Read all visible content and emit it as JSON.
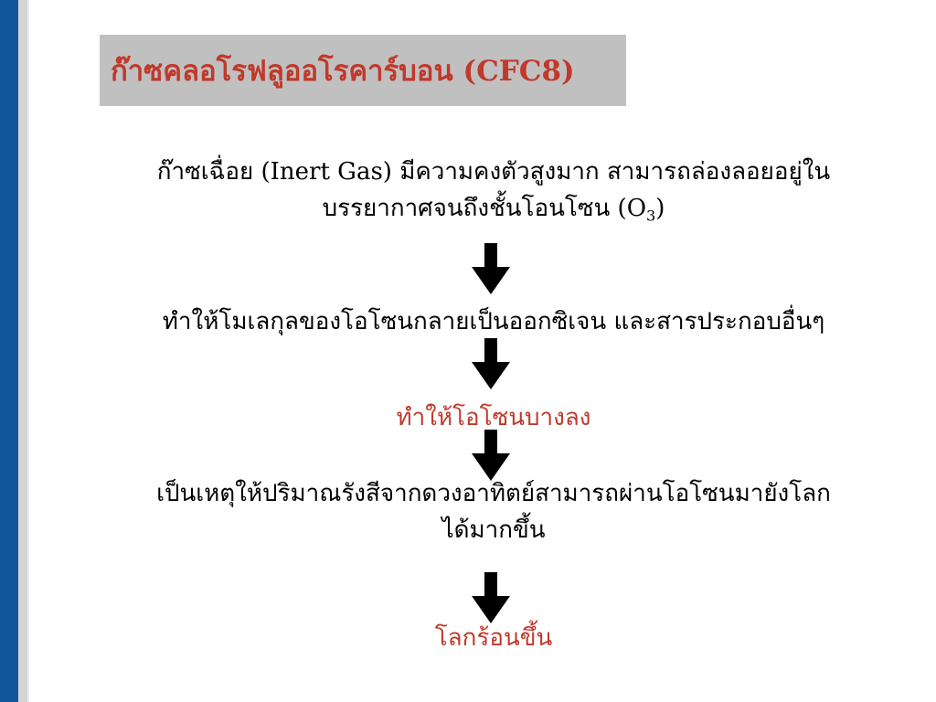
{
  "slide": {
    "title": "ก๊าซคลอโรฟลูออโรคาร์บอน (CFC8)",
    "accent_color": "#c0392b",
    "sidebar_color": "#0f5799"
  },
  "flow": {
    "step1_line1": "ก๊าซเฉื่อย (Inert Gas) มีความคงตัวสูงมาก สามารถล่องลอยอยู่ใน",
    "step1_line2_prefix": "บรรยากาศจนถึงชั้นโอนโซน (O",
    "step1_subscript": "3",
    "step1_line2_suffix": ")",
    "step2": "ทำให้โมเลกุลของโอโซนกลายเป็นออกซิเจน และสารประกอบอื่นๆ",
    "step3": "ทำให้โอโซนบางลง",
    "step4_line1": "เป็นเหตุให้ปริมาณรังสีจากดวงอาทิตย์สามารถผ่านโอโซนมายังโลก",
    "step4_line2": "ได้มากขึ้น",
    "step5": "โลกร้อนขึ้น",
    "arrow_icon": "down-arrow-icon"
  }
}
